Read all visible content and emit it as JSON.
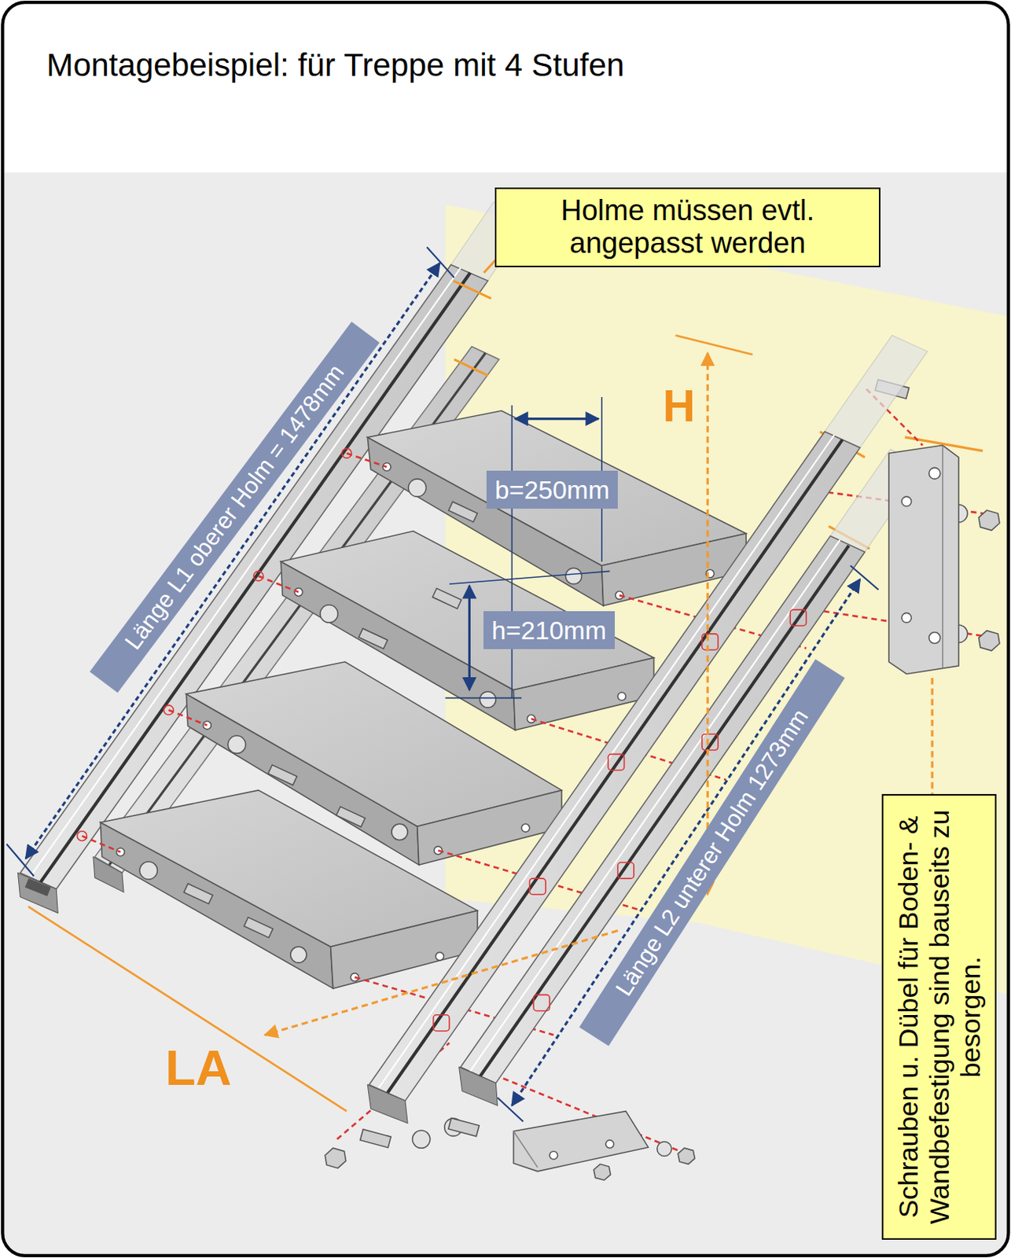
{
  "diagram": {
    "title": "Montagebeispiel: für Treppe mit 4 Stufen",
    "nodes": [
      {
        "text": [
          "Holme müssen evtl. angepasst werden"
        ]
      },
      {
        "text": [
          "Länge L1 oberer Holm = 1478mm"
        ]
      },
      {
        "text": [
          "b=250mm"
        ]
      },
      {
        "text": [
          "h=210mm"
        ]
      },
      {
        "text": [
          "Länge L2 unterer Holm 1273mm"
        ]
      },
      {
        "text": [
          "Schrauben u. Dübel für Boden- & Wandbefestigung sind bauseits zu besorgen."
        ]
      }
    ],
    "labels": [
      "H",
      "LA"
    ]
  }
}
